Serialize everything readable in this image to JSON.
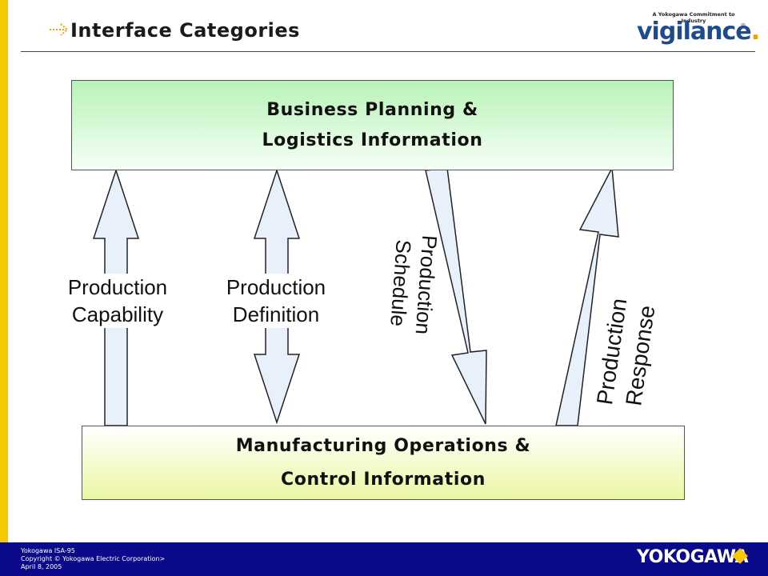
{
  "header": {
    "title": "Interface Categories",
    "logo_tagline": "A Yokogawa Commitment to Industry",
    "logo_word": "vigilance",
    "logo_dot": ".",
    "logo_registered": "®"
  },
  "boxes": {
    "top": {
      "line1": "Business Planning &",
      "line2": "Logistics Information"
    },
    "bottom": {
      "line1": "Manufacturing Operations &",
      "line2": "Control Information"
    }
  },
  "flows": {
    "capability": {
      "line1": "Production",
      "line2": "Capability",
      "direction": "up"
    },
    "definition": {
      "line1": "Production",
      "line2": "Definition",
      "direction": "both"
    },
    "schedule": {
      "line1": "Production",
      "line2": "Schedule",
      "direction": "down"
    },
    "response": {
      "line1": "Production",
      "line2": "Response",
      "direction": "up"
    }
  },
  "footer": {
    "line1": "Yokogawa ISA-95",
    "line2": "Copyright © Yokogawa Electric Corporation>",
    "line3": "April 8, 2005",
    "logo": "YOKOGAWA"
  },
  "colors": {
    "left_strip": "#f5c800",
    "footer_bg": "#0a0a8a",
    "arrow_fill": "#e8f1fb",
    "logo_blue": "#1e4b8e"
  }
}
